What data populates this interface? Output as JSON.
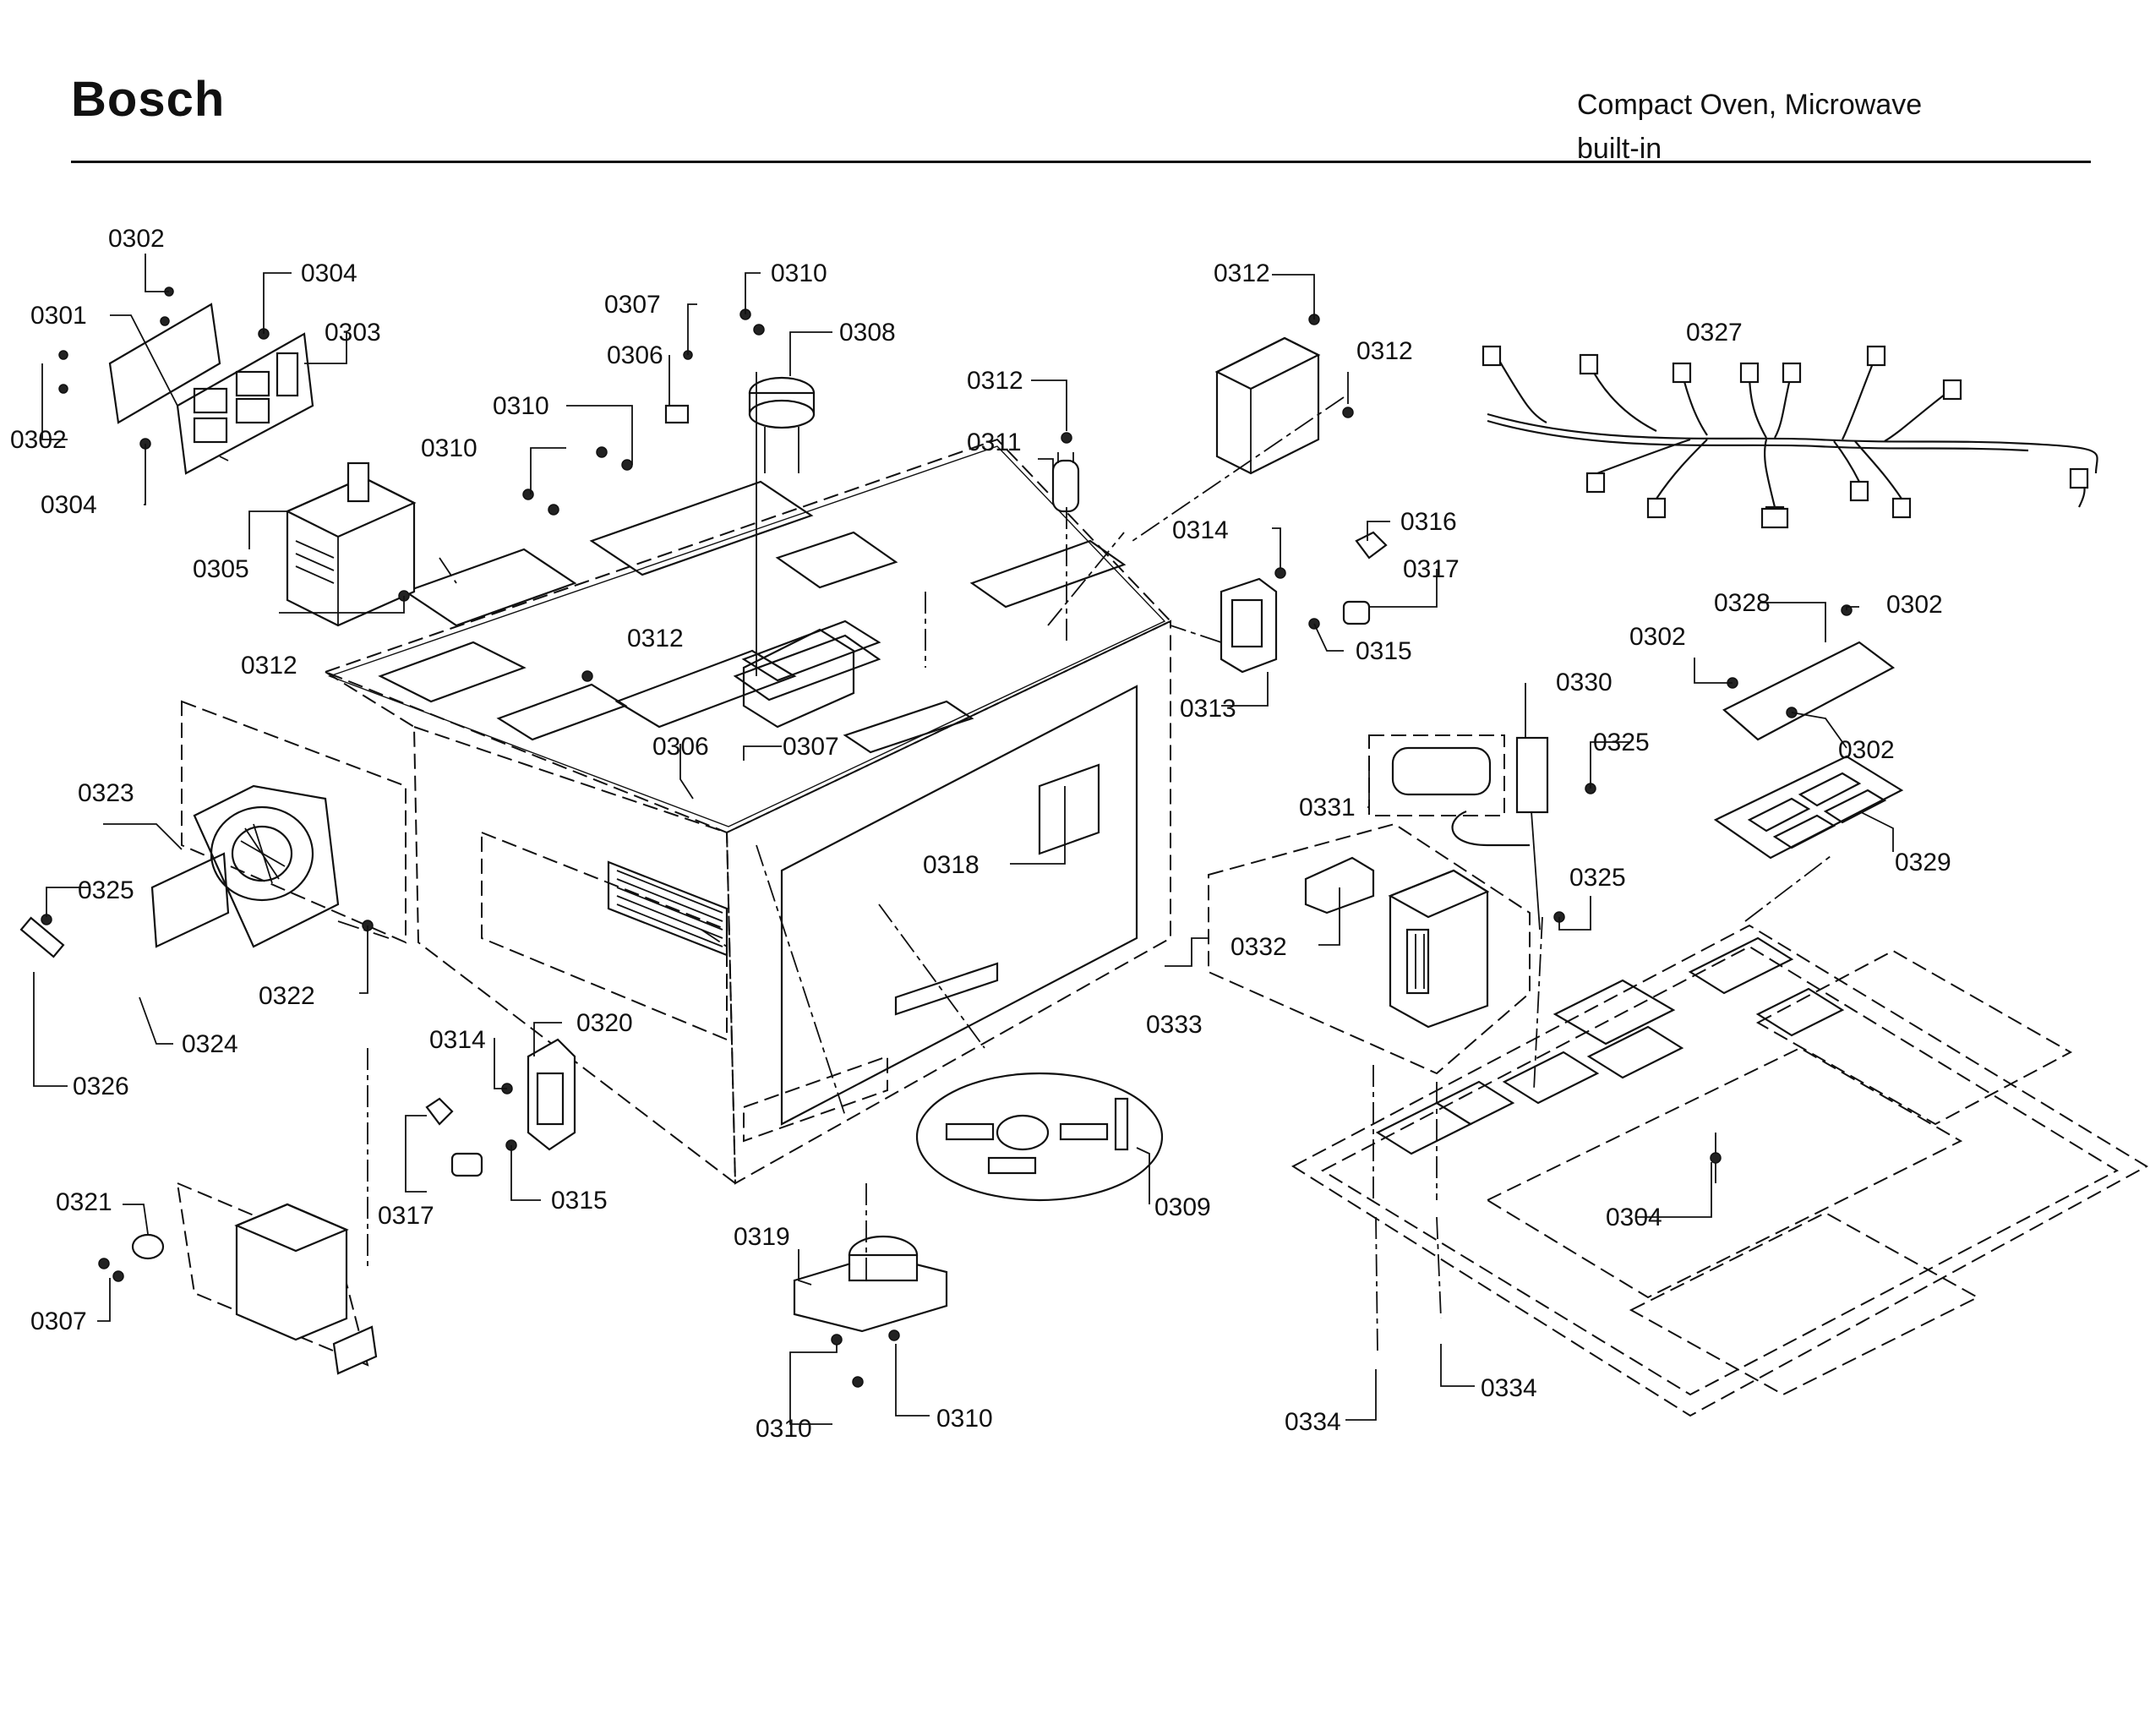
{
  "header": {
    "brand": "Bosch",
    "product_line1": "Compact Oven, Microwave",
    "product_line2": "built-in"
  },
  "callouts": {
    "c0302a": "0302",
    "c0304a": "0304",
    "c0301": "0301",
    "c0303": "0303",
    "c0302b": "0302",
    "c0304b": "0304",
    "c0305": "0305",
    "c0312a": "0312",
    "c0310a": "0310",
    "c0310b": "0310",
    "c0307a": "0307",
    "c0306a": "0306",
    "c0310c": "0310",
    "c0308": "0308",
    "c0312b": "0312",
    "c0312c": "0312",
    "c0311": "0311",
    "c0312d": "0312",
    "c0312e": "0312",
    "c0327": "0327",
    "c0314a": "0314",
    "c0316": "0316",
    "c0317a": "0317",
    "c0315a": "0315",
    "c0313": "0313",
    "c0328": "0328",
    "c0302c": "0302",
    "c0302d": "0302",
    "c0302e": "0302",
    "c0330": "0330",
    "c0325a": "0325",
    "c0331": "0331",
    "c0329": "0329",
    "c0325b": "0325",
    "c0332": "0332",
    "c0333": "0333",
    "c0306b": "0306",
    "c0307b": "0307",
    "c0318": "0318",
    "c0323": "0323",
    "c0325c": "0325",
    "c0322": "0322",
    "c0324": "0324",
    "c0326": "0326",
    "c0314b": "0314",
    "c0320": "0320",
    "c0315b": "0315",
    "c0317b": "0317",
    "c0309": "0309",
    "c0321": "0321",
    "c0307c": "0307",
    "c0319": "0319",
    "c0310d": "0310",
    "c0310e": "0310",
    "c0304c": "0304",
    "c0334a": "0334",
    "c0334b": "0334"
  }
}
